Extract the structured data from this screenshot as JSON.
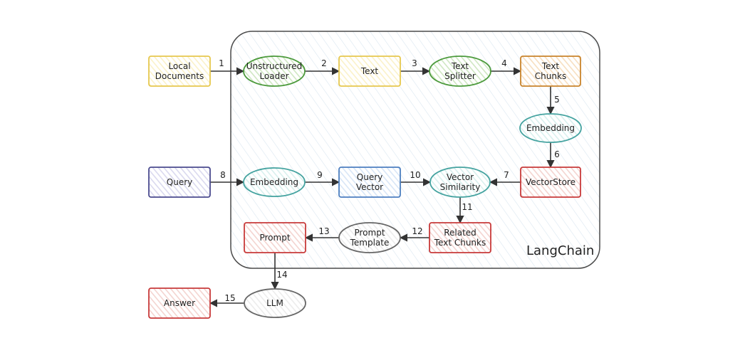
{
  "container": {
    "label": "LangChain"
  },
  "nodes": {
    "local_documents": {
      "lines": [
        "Local",
        "Documents"
      ],
      "color": "#e6c84f",
      "fill": "#fbf2c9"
    },
    "unstructured_loader": {
      "lines": [
        "Unstructured",
        "Loader"
      ],
      "color": "#4c9a3c",
      "fill": "#cfe7c2"
    },
    "text": {
      "lines": [
        "Text"
      ],
      "color": "#e6c84f",
      "fill": "#fbf2c9"
    },
    "text_splitter": {
      "lines": [
        "Text",
        "Splitter"
      ],
      "color": "#4c9a3c",
      "fill": "#cfe7c2"
    },
    "text_chunks": {
      "lines": [
        "Text",
        "Chunks"
      ],
      "color": "#c9842c",
      "fill": "#f7dfc0"
    },
    "embedding_top": {
      "lines": [
        "Embedding"
      ],
      "color": "#45a3a0",
      "fill": "#d8f0ee"
    },
    "vectorstore": {
      "lines": [
        "VectorStore"
      ],
      "color": "#c83a3a",
      "fill": "#f4d4d0"
    },
    "query": {
      "lines": [
        "Query"
      ],
      "color": "#4b4b8f",
      "fill": "#dad9ef"
    },
    "embedding_mid": {
      "lines": [
        "Embedding"
      ],
      "color": "#45a3a0",
      "fill": "#d8f0ee"
    },
    "query_vector": {
      "lines": [
        "Query",
        "Vector"
      ],
      "color": "#4d7fc0",
      "fill": "#d8e6f7"
    },
    "vector_similarity": {
      "lines": [
        "Vector",
        "Similarity"
      ],
      "color": "#45a3a0",
      "fill": "#d8f0ee"
    },
    "related_text_chunks": {
      "lines": [
        "Related",
        "Text Chunks"
      ],
      "color": "#c83a3a",
      "fill": "#f4d4d0"
    },
    "prompt_template": {
      "lines": [
        "Prompt",
        "Template"
      ],
      "color": "#666666",
      "fill": "#ececec"
    },
    "prompt": {
      "lines": [
        "Prompt"
      ],
      "color": "#c83a3a",
      "fill": "#f4d4d0"
    },
    "llm": {
      "lines": [
        "LLM"
      ],
      "color": "#666666",
      "fill": "#ececec"
    },
    "answer": {
      "lines": [
        "Answer"
      ],
      "color": "#c83a3a",
      "fill": "#f4d4d0"
    }
  },
  "edges": [
    {
      "label": "1",
      "from": "local_documents",
      "to": "unstructured_loader"
    },
    {
      "label": "2",
      "from": "unstructured_loader",
      "to": "text"
    },
    {
      "label": "3",
      "from": "text",
      "to": "text_splitter"
    },
    {
      "label": "4",
      "from": "text_splitter",
      "to": "text_chunks"
    },
    {
      "label": "5",
      "from": "text_chunks",
      "to": "embedding_top"
    },
    {
      "label": "6",
      "from": "embedding_top",
      "to": "vectorstore"
    },
    {
      "label": "7",
      "from": "vectorstore",
      "to": "vector_similarity"
    },
    {
      "label": "8",
      "from": "query",
      "to": "embedding_mid"
    },
    {
      "label": "9",
      "from": "embedding_mid",
      "to": "query_vector"
    },
    {
      "label": "10",
      "from": "query_vector",
      "to": "vector_similarity"
    },
    {
      "label": "11",
      "from": "vector_similarity",
      "to": "related_text_chunks"
    },
    {
      "label": "12",
      "from": "related_text_chunks",
      "to": "prompt_template"
    },
    {
      "label": "13",
      "from": "prompt_template",
      "to": "prompt"
    },
    {
      "label": "14",
      "from": "prompt",
      "to": "llm"
    },
    {
      "label": "15",
      "from": "llm",
      "to": "answer"
    }
  ]
}
